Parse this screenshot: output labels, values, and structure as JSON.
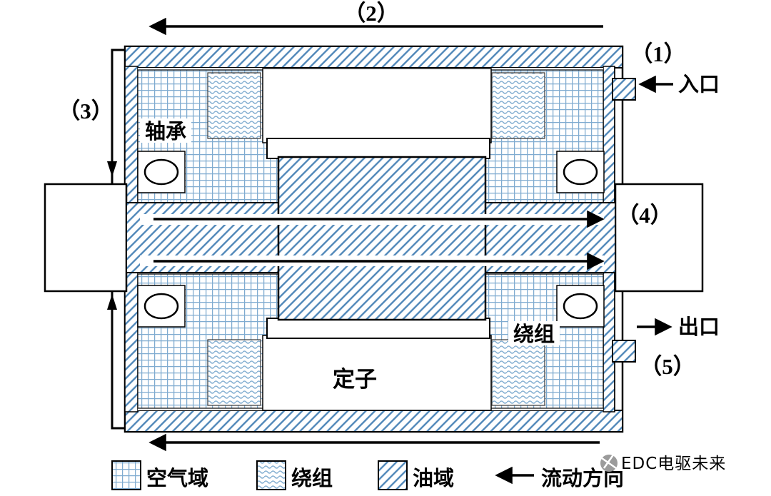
{
  "colors": {
    "oil_hatch": "#4e86b8",
    "air_hatch": "#7fabd0",
    "winding_hatch": "#86b0d2",
    "line": "#000000",
    "watermark": "#9b9b9b"
  },
  "steps": {
    "s1": "（1）",
    "s2": "（2）",
    "s3": "（3）",
    "s4": "（4）",
    "s5": "（5）"
  },
  "labels": {
    "inlet": "入口",
    "outlet": "出口",
    "bearing": "轴承",
    "winding": "绕组",
    "stator": "定子"
  },
  "legend": {
    "air": "空气域",
    "winding": "绕组",
    "oil": "油域",
    "flow": "流动方向"
  },
  "watermark": "EDC电驱未来"
}
